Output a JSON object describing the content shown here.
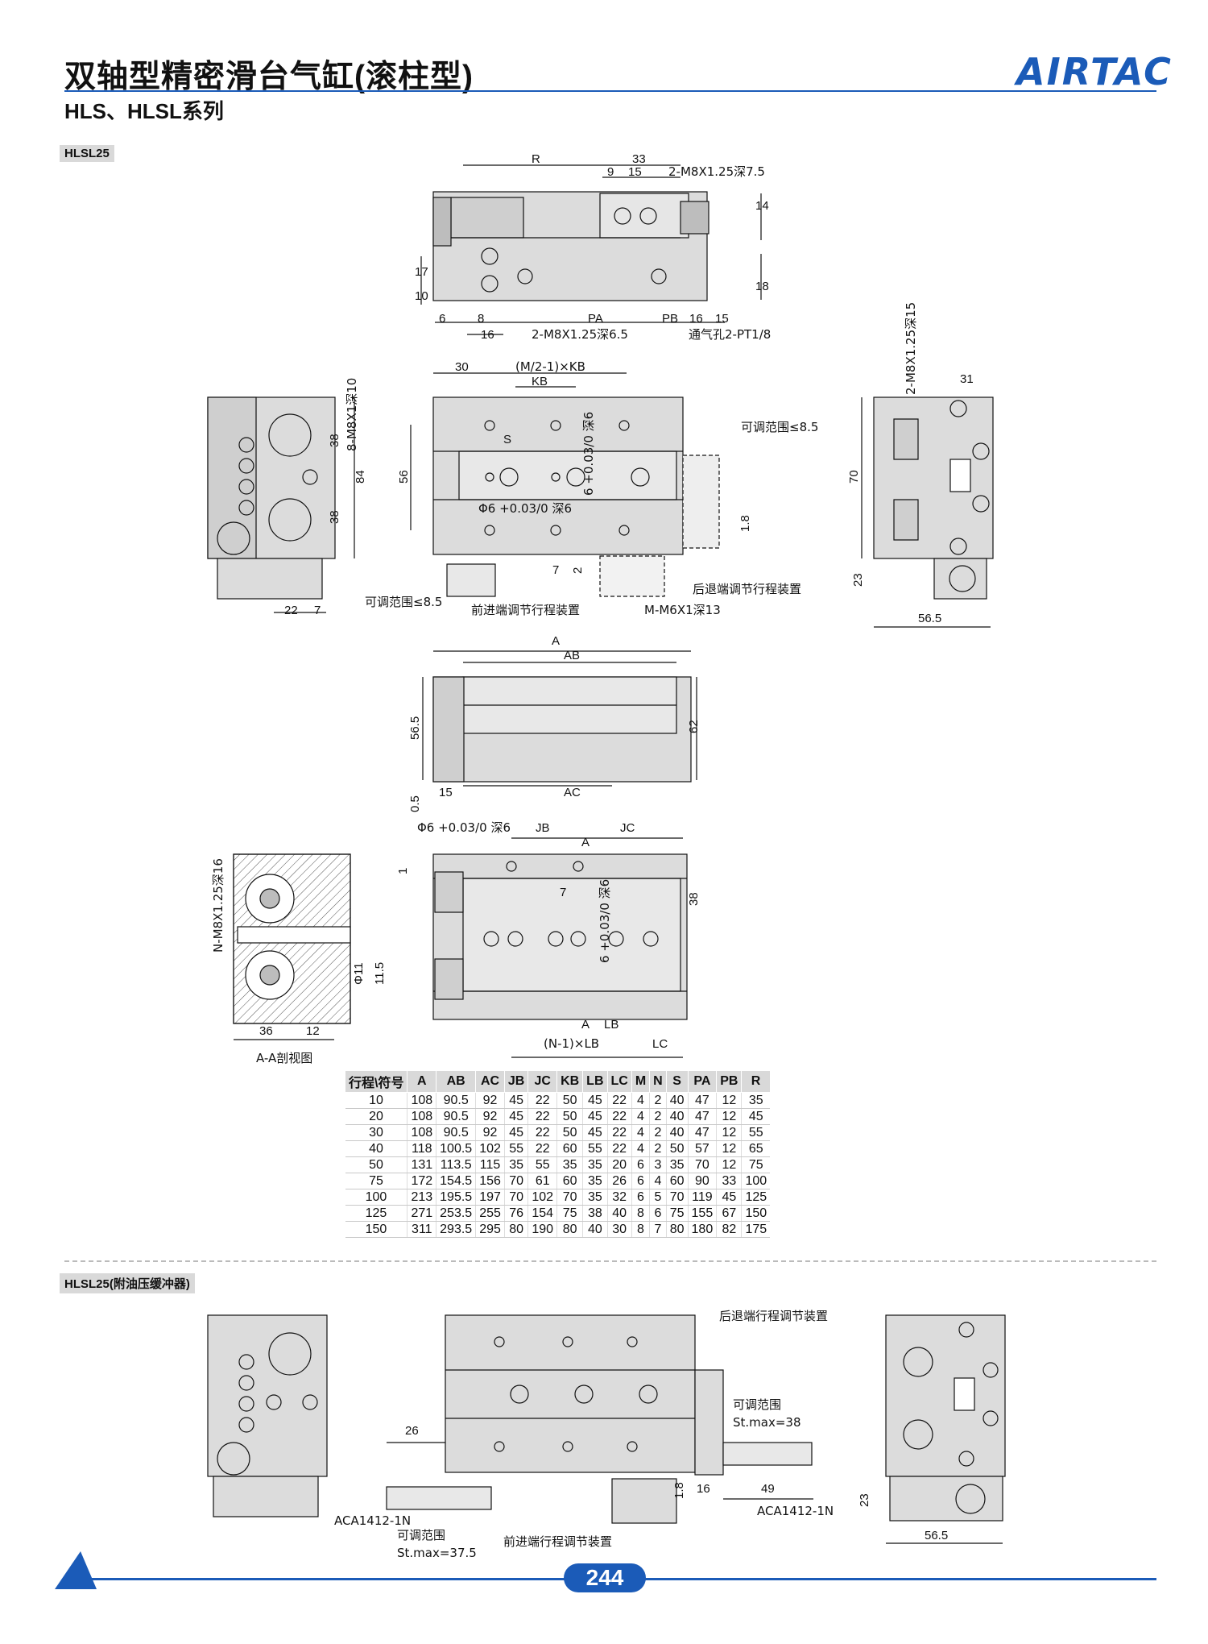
{
  "header": {
    "title": "双轴型精密滑台气缸(滚柱型)",
    "subtitle": "HLS、HLSL系列",
    "brand": "AIRTAC"
  },
  "sections": {
    "main_model": "HLSL25",
    "buffer_model": "HLSL25(附油压缓冲器)"
  },
  "labels": {
    "r": "R",
    "d33": "33",
    "d9": "9",
    "d15": "15",
    "m8_75": "2-M8X1.25深7.5",
    "d14": "14",
    "d17": "17",
    "d10": "10",
    "d18": "18",
    "d6": "6",
    "d8": "8",
    "pa": "PA",
    "pb": "PB",
    "d16a": "16",
    "d15b": "15",
    "d16b": "16",
    "m8_65": "2-M8X1.25深6.5",
    "pt18": "通气孔2-PT1/8",
    "d30": "30",
    "mkb": "(M/2-1)×KB",
    "kb": "KB",
    "m8_10": "8-M8X1深10",
    "d38a": "38",
    "d84": "84",
    "d38b": "38",
    "d56": "56",
    "s": "S",
    "phi6a": "Φ6 +0.03/0 深6",
    "d6v": "6 +0.03/0 深6",
    "adj85a": "可调范围≤8.5",
    "d18v": "1.8",
    "d7a": "7",
    "d2": "2",
    "rear_adj": "后退端调节行程装置",
    "adj85b": "可调范围≤8.5",
    "front_adj": "前进端调节行程装置",
    "m6": "M-M6X1深13",
    "d22": "22",
    "d7b": "7",
    "m8_15": "2-M8X1.25深15",
    "d31": "31",
    "d70": "70",
    "d23a": "23",
    "d565a": "56.5",
    "a": "A",
    "ab": "AB",
    "d565v": "56.5",
    "d62": "62",
    "d05": "0.5",
    "d15c": "15",
    "ac": "AC",
    "phi6b": "Φ6 +0.03/0 深6",
    "jb": "JB",
    "jc": "JC",
    "asec": "A",
    "d1": "1",
    "d7c": "7",
    "d38c": "38",
    "d6v2": "6 +0.03/0 深6",
    "nm8": "N-M8X1.25深16",
    "phi11": "Φ11",
    "d115": "11.5",
    "d36": "36",
    "d12": "12",
    "section_aa": "A-A剖视图",
    "a2": "A",
    "lb": "LB",
    "nlb": "(N-1)×LB",
    "lc": "LC",
    "rear_stroke": "后退端行程调节装置",
    "adj_range": "可调范围",
    "st38": "St.max=38",
    "d26": "26",
    "d16c": "16",
    "d49": "49",
    "aca_right": "ACA1412-1N",
    "d18b": "1.8",
    "aca_left": "ACA1412-1N",
    "adj_range2": "可调范围",
    "st375": "St.max=37.5",
    "front_stroke": "前进端行程调节装置",
    "d23b": "23",
    "d565b": "56.5"
  },
  "table": {
    "headers": [
      "行程\\符号",
      "A",
      "AB",
      "AC",
      "JB",
      "JC",
      "KB",
      "LB",
      "LC",
      "M",
      "N",
      "S",
      "PA",
      "PB",
      "R"
    ],
    "rows": [
      [
        "10",
        "108",
        "90.5",
        "92",
        "45",
        "22",
        "50",
        "45",
        "22",
        "4",
        "2",
        "40",
        "47",
        "12",
        "35"
      ],
      [
        "20",
        "108",
        "90.5",
        "92",
        "45",
        "22",
        "50",
        "45",
        "22",
        "4",
        "2",
        "40",
        "47",
        "12",
        "45"
      ],
      [
        "30",
        "108",
        "90.5",
        "92",
        "45",
        "22",
        "50",
        "45",
        "22",
        "4",
        "2",
        "40",
        "47",
        "12",
        "55"
      ],
      [
        "40",
        "118",
        "100.5",
        "102",
        "55",
        "22",
        "60",
        "55",
        "22",
        "4",
        "2",
        "50",
        "57",
        "12",
        "65"
      ],
      [
        "50",
        "131",
        "113.5",
        "115",
        "35",
        "55",
        "35",
        "35",
        "20",
        "6",
        "3",
        "35",
        "70",
        "12",
        "75"
      ],
      [
        "75",
        "172",
        "154.5",
        "156",
        "70",
        "61",
        "60",
        "35",
        "26",
        "6",
        "4",
        "60",
        "90",
        "33",
        "100"
      ],
      [
        "100",
        "213",
        "195.5",
        "197",
        "70",
        "102",
        "70",
        "35",
        "32",
        "6",
        "5",
        "70",
        "119",
        "45",
        "125"
      ],
      [
        "125",
        "271",
        "253.5",
        "255",
        "76",
        "154",
        "75",
        "38",
        "40",
        "8",
        "6",
        "75",
        "155",
        "67",
        "150"
      ],
      [
        "150",
        "311",
        "293.5",
        "295",
        "80",
        "190",
        "80",
        "40",
        "30",
        "8",
        "7",
        "80",
        "180",
        "82",
        "175"
      ]
    ]
  },
  "footer": {
    "page": "244"
  },
  "colors": {
    "brand_blue": "#1b5bb8",
    "part_fill": "#dcdcdc",
    "header_gray": "#d9d9d9"
  }
}
